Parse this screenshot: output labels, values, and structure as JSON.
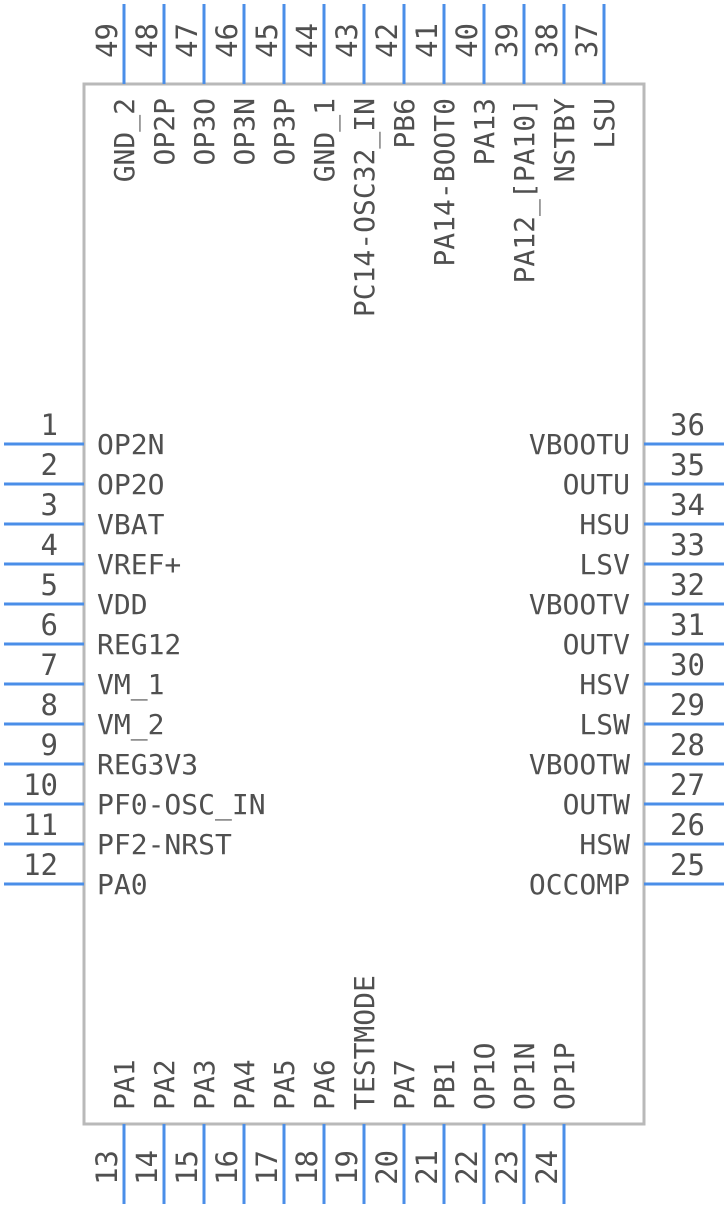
{
  "pins": {
    "left": [
      {
        "num": "1",
        "name": "OP2N"
      },
      {
        "num": "2",
        "name": "OP2O"
      },
      {
        "num": "3",
        "name": "VBAT"
      },
      {
        "num": "4",
        "name": "VREF+"
      },
      {
        "num": "5",
        "name": "VDD"
      },
      {
        "num": "6",
        "name": "REG12"
      },
      {
        "num": "7",
        "name": "VM_1"
      },
      {
        "num": "8",
        "name": "VM_2"
      },
      {
        "num": "9",
        "name": "REG3V3"
      },
      {
        "num": "10",
        "name": "PF0-OSC_IN"
      },
      {
        "num": "11",
        "name": "PF2-NRST"
      },
      {
        "num": "12",
        "name": "PA0"
      }
    ],
    "right": [
      {
        "num": "36",
        "name": "VBOOTU"
      },
      {
        "num": "35",
        "name": "OUTU"
      },
      {
        "num": "34",
        "name": "HSU"
      },
      {
        "num": "33",
        "name": "LSV"
      },
      {
        "num": "32",
        "name": "VBOOTV"
      },
      {
        "num": "31",
        "name": "OUTV"
      },
      {
        "num": "30",
        "name": "HSV"
      },
      {
        "num": "29",
        "name": "LSW"
      },
      {
        "num": "28",
        "name": "VBOOTW"
      },
      {
        "num": "27",
        "name": "OUTW"
      },
      {
        "num": "26",
        "name": "HSW"
      },
      {
        "num": "25",
        "name": "OCCOMP"
      }
    ],
    "bottom": [
      {
        "num": "13",
        "name": "PA1"
      },
      {
        "num": "14",
        "name": "PA2"
      },
      {
        "num": "15",
        "name": "PA3"
      },
      {
        "num": "16",
        "name": "PA4"
      },
      {
        "num": "17",
        "name": "PA5"
      },
      {
        "num": "18",
        "name": "PA6"
      },
      {
        "num": "19",
        "name": "TESTMODE"
      },
      {
        "num": "20",
        "name": "PA7"
      },
      {
        "num": "21",
        "name": "PB1"
      },
      {
        "num": "22",
        "name": "OP1O"
      },
      {
        "num": "23",
        "name": "OP1N"
      },
      {
        "num": "24",
        "name": "OP1P"
      }
    ],
    "top": [
      {
        "num": "49",
        "name": "GND_2"
      },
      {
        "num": "48",
        "name": "OP2P"
      },
      {
        "num": "47",
        "name": "OP3O"
      },
      {
        "num": "46",
        "name": "OP3N"
      },
      {
        "num": "45",
        "name": "OP3P"
      },
      {
        "num": "44",
        "name": "GND_1"
      },
      {
        "num": "43",
        "name": "PC14-OSC32_IN"
      },
      {
        "num": "42",
        "name": "PB6"
      },
      {
        "num": "41",
        "name": "PA14-BOOT0"
      },
      {
        "num": "40",
        "name": "PA13"
      },
      {
        "num": "39",
        "name": "PA12_[PA10]"
      },
      {
        "num": "38",
        "name": "NSTBY"
      },
      {
        "num": "37",
        "name": "LSU"
      }
    ]
  },
  "colors": {
    "pin_line": "#4a8ee8",
    "body_outline": "#b9b9b9",
    "text": "#505050"
  }
}
